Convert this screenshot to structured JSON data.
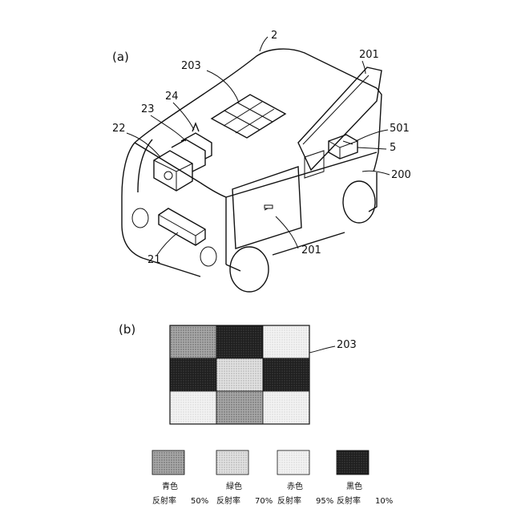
{
  "panel_a": {
    "label": "(a)",
    "callouts": {
      "vehicle": "2",
      "door_right": "201",
      "target_board": "203",
      "camera_24": "24",
      "camera_23": "23",
      "camera_22": "22",
      "unit_501": "501",
      "unit_5": "5",
      "body": "200",
      "door_left": "201",
      "bar_21": "21"
    }
  },
  "panel_b": {
    "label": "(b)",
    "callout": "203",
    "grid_rows": [
      [
        "blue",
        "black",
        "red"
      ],
      [
        "black",
        "green",
        "black"
      ],
      [
        "red",
        "blue",
        "red"
      ]
    ]
  },
  "legend": [
    {
      "key": "blue",
      "name": "青色",
      "reflect_label": "反射率",
      "reflect_value": "50%"
    },
    {
      "key": "green",
      "name": "緑色",
      "reflect_label": "反射率",
      "reflect_value": "70%"
    },
    {
      "key": "red",
      "name": "赤色",
      "reflect_label": "反射率",
      "reflect_value": "95%"
    },
    {
      "key": "black",
      "name": "黒色",
      "reflect_label": "反射率",
      "reflect_value": "10%"
    }
  ],
  "colors": {
    "blue": "#8e8e8e",
    "green": "#d0d0d0",
    "red": "#e6e6e6",
    "black": "#2a2a2a"
  }
}
